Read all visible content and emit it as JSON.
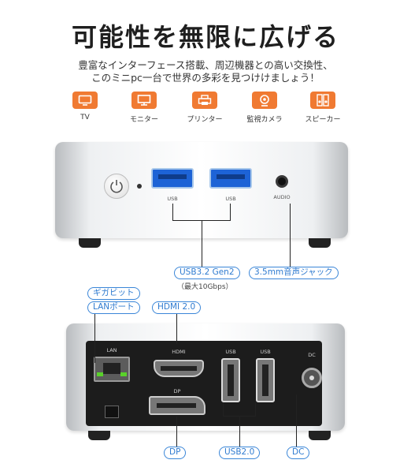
{
  "heading": "可能性を無限に広げる",
  "description": {
    "line1": "豊富なインターフェース搭載、周辺機器との高い交換性、",
    "line2": "このミニpc一台で世界の多彩を見つけけましょう！"
  },
  "devices": [
    {
      "label": "TV",
      "icon": "tv-icon"
    },
    {
      "label": "モニター",
      "icon": "monitor-icon"
    },
    {
      "label": "プリンター",
      "icon": "printer-icon"
    },
    {
      "label": "監視カメラ",
      "icon": "camera-icon"
    },
    {
      "label": "スピーカー",
      "icon": "speaker-icon"
    }
  ],
  "accent_color": "#f07a32",
  "badge_color": "#3a86d8",
  "front_ports": {
    "usb_left_label": "USB",
    "usb_right_label": "USB",
    "audio_label": "AUDIO"
  },
  "back_ports": {
    "lan_label": "LAN",
    "hdmi_label": "HDMI",
    "dp_label": "DP",
    "usb_left_label": "USB",
    "usb_right_label": "USB",
    "dc_label": "DC"
  },
  "callouts": {
    "usb32": "USB3.2 Gen2",
    "usb32_note": "（最大10Gbps）",
    "audio_jack": "3.5mm音声ジャック",
    "lan_line1": "ギガビット",
    "lan_line2": "LANポート",
    "hdmi": "HDMI 2.0",
    "dp": "DP",
    "usb20": "USB2.0",
    "dc": "DC"
  }
}
